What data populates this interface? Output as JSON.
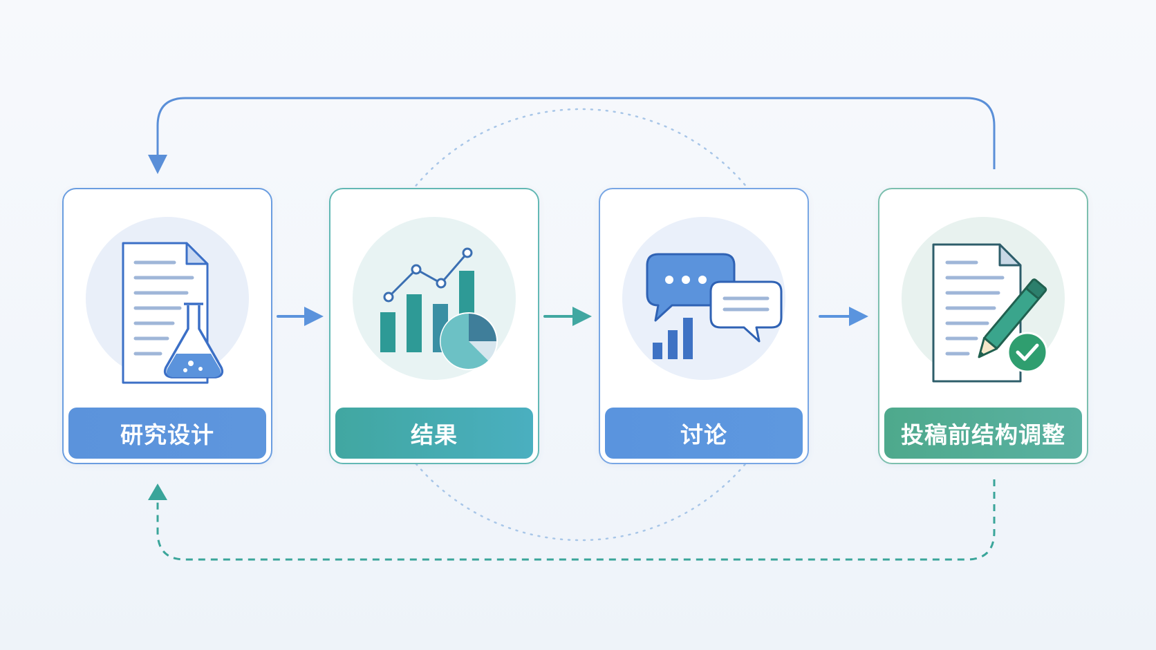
{
  "steps": [
    {
      "label": "研究设计",
      "icon": "document-flask-icon",
      "accent": "#5b93dc"
    },
    {
      "label": "结果",
      "icon": "bar-line-pie-chart-icon",
      "accent": "#41a7a1"
    },
    {
      "label": "讨论",
      "icon": "chat-bubbles-chart-icon",
      "accent": "#5a94de"
    },
    {
      "label": "投稿前结构调整",
      "icon": "document-pencil-check-icon",
      "accent": "#4ea98c"
    }
  ],
  "connectors": {
    "forward_arrows": [
      "right-arrow-icon",
      "right-arrow-icon",
      "right-arrow-icon"
    ],
    "top_loop": {
      "from": "投稿前结构调整",
      "to": "研究设计",
      "style": "solid",
      "color": "#5a8fd8"
    },
    "bottom_loop": {
      "from": "投稿前结构调整",
      "to": "研究设计",
      "style": "dashed",
      "color": "#3aa59a"
    },
    "background_circle": {
      "style": "dotted",
      "color": "#9fbfe4"
    }
  }
}
